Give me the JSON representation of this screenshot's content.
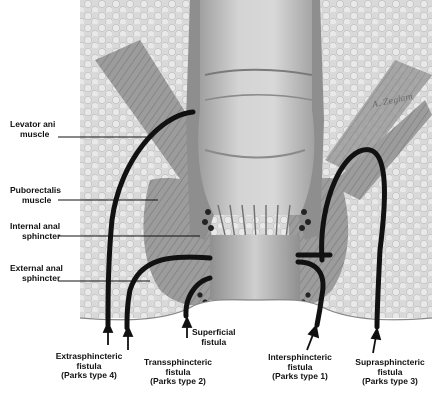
{
  "labels": {
    "levator": [
      "Levator ani",
      "muscle"
    ],
    "puborectalis": [
      "Puborectalis",
      "muscle"
    ],
    "internal": [
      "Internal anal",
      "sphincter"
    ],
    "external": [
      "External anal",
      "sphincter"
    ],
    "superficial": [
      "Superficial",
      "fistula"
    ],
    "extrasphincteric": [
      "Extrasphincteric",
      "fistula",
      "(Parks type 4)"
    ],
    "transsphincteric": [
      "Transsphincteric",
      "fistula",
      "(Parks type 2)"
    ],
    "intersphincteric": [
      "Intersphincteric",
      "fistula",
      "(Parks type 1)"
    ],
    "suprasphincteric": [
      "Suprasphincteric",
      "fistula",
      "(Parks type 3)"
    ]
  },
  "signature": "A. Zeglam",
  "colors": {
    "fat": "#d8d8d8",
    "muscle": "#9a9a9a",
    "lumen": "#cfcfcf",
    "tract": "#111111"
  }
}
